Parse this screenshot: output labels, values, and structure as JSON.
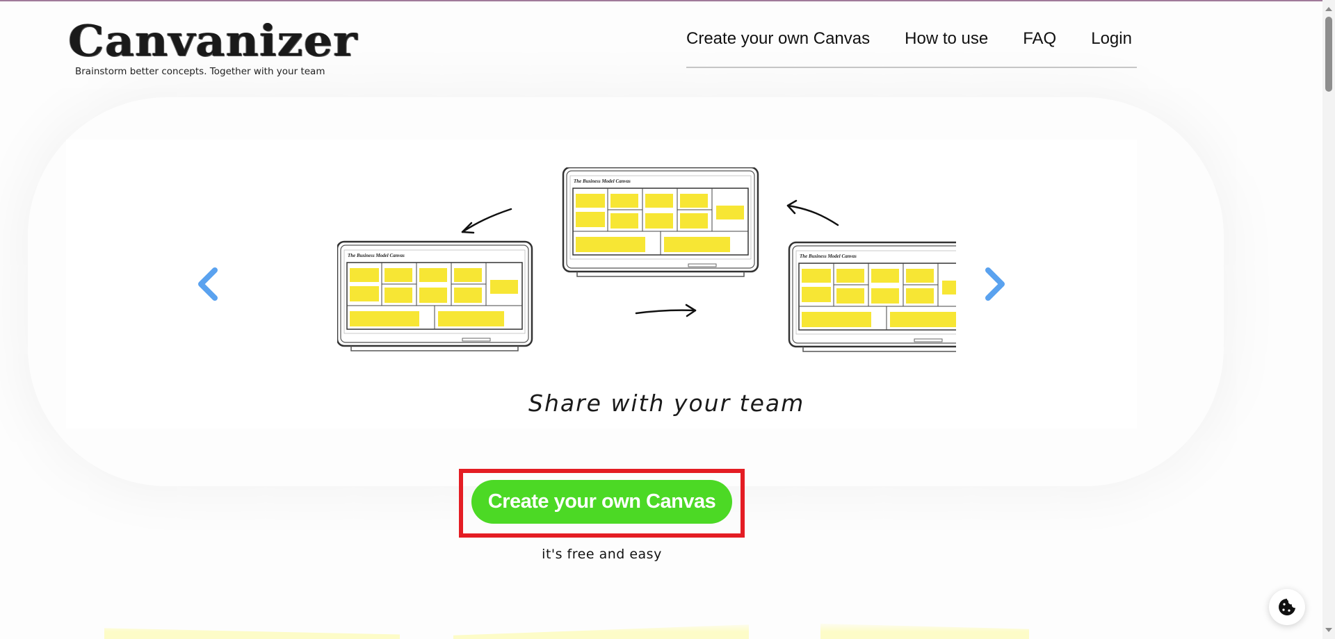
{
  "brand": {
    "logo_text": "Canvanizer",
    "tagline": "Brainstorm better concepts. Together with your team"
  },
  "nav": {
    "items": [
      {
        "label": "Create your own Canvas"
      },
      {
        "label": "How to use"
      },
      {
        "label": "FAQ"
      },
      {
        "label": "Login"
      }
    ]
  },
  "carousel": {
    "caption": "Share with your team",
    "prev_icon": "chevron-left-icon",
    "next_icon": "chevron-right-icon",
    "screen_title": "The Business Model Canvas",
    "arrow_color": "#5aa2ef"
  },
  "cta": {
    "label": "Create your own Canvas",
    "subtext": "it's free and easy",
    "color": "#4cd925",
    "highlight_color": "#e41d24"
  },
  "cookie": {
    "icon": "cookie-icon"
  }
}
